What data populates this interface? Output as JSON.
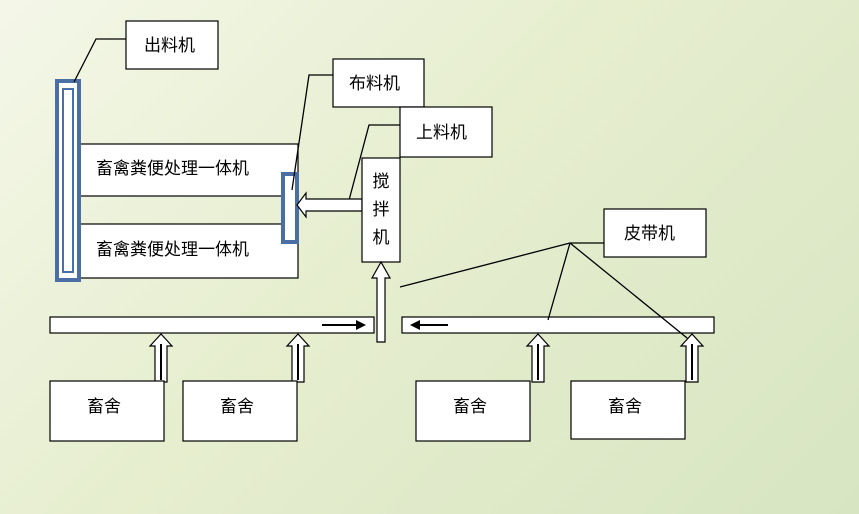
{
  "labels": {
    "discharge_machine": "出料机",
    "distributor": "布料机",
    "feeder": "上料机",
    "mixer": [
      "搅",
      "拌",
      "机"
    ],
    "conveyor": "皮带机",
    "processor_1": "畜禽粪便处理一体机",
    "processor_2": "畜禽粪便处理一体机",
    "barns": [
      "畜舍",
      "畜舍",
      "畜舍",
      "畜舍"
    ]
  },
  "colors": {
    "frame_accent": "#4a6fa5",
    "stroke": "#000000",
    "box_fill": "#ffffff"
  }
}
